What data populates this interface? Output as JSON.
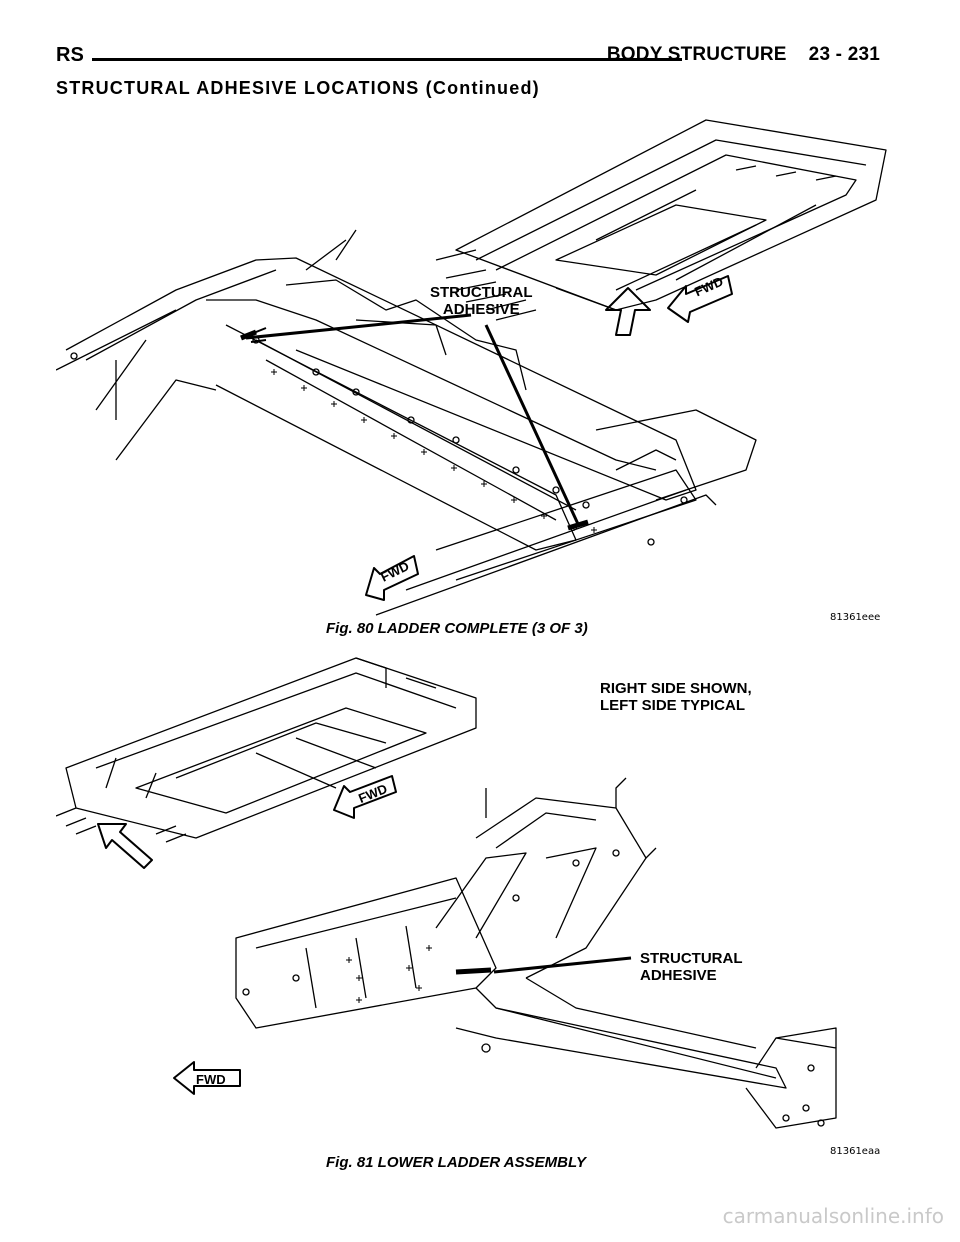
{
  "header": {
    "left": "RS",
    "title": "BODY STRUCTURE",
    "page": "23 - 231"
  },
  "section_title": "STRUCTURAL ADHESIVE LOCATIONS (Continued)",
  "figure1": {
    "callout_line1": "STRUCTURAL",
    "callout_line2": "ADHESIVE",
    "fwd_label": "FWD",
    "caption": "Fig. 80 LADDER COMPLETE (3 OF 3)",
    "image_id": "81361eee"
  },
  "figure2": {
    "note_line1": "RIGHT SIDE SHOWN,",
    "note_line2": "LEFT SIDE TYPICAL",
    "callout_line1": "STRUCTURAL",
    "callout_line2": "ADHESIVE",
    "fwd_label": "FWD",
    "caption": "Fig. 81 LOWER LADDER ASSEMBLY",
    "image_id": "81361eaa"
  },
  "watermark": "carmanualsonline.info"
}
